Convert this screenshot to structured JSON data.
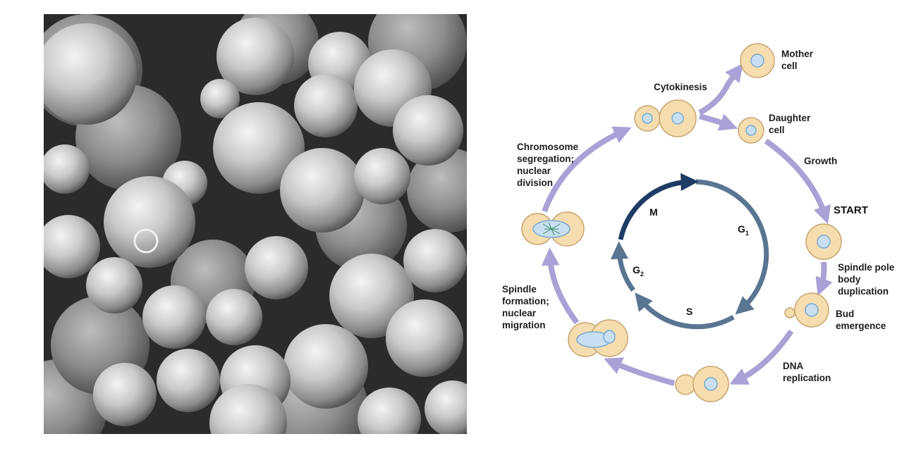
{
  "colors": {
    "cell_fill": "#f5ddb0",
    "cell_stroke": "#c8a46c",
    "nucleus": "#c7dff0",
    "nucleus_stroke": "#7ba9cf",
    "outer_arrow": "#a9a2d6",
    "inner_ring": "#5a7592",
    "m_arc": "#1e3b64",
    "micrograph_bg": "#2a2a2a"
  },
  "micrograph": {
    "icon": "yeast-cells-micrograph"
  },
  "diagram": {
    "phases": {
      "m": "M",
      "g1": "G",
      "g1_sub": "1",
      "s": "S",
      "g2": "G",
      "g2_sub": "2"
    },
    "labels": {
      "mother": [
        "Mother",
        "cell"
      ],
      "daughter": [
        "Daughter",
        "cell"
      ],
      "cytokinesis": [
        "Cytokinesis"
      ],
      "growth": [
        "Growth"
      ],
      "start": [
        "START"
      ],
      "spindle_pole": [
        "Spindle pole",
        "body",
        "duplication"
      ],
      "bud": [
        "Bud",
        "emergence"
      ],
      "dna": [
        "DNA",
        "replication"
      ],
      "spindle_formation": [
        "Spindle",
        "formation;",
        "nuclear",
        "migration"
      ],
      "chromosome": [
        "Chromosome",
        "segregation;",
        "nuclear",
        "division"
      ]
    }
  }
}
